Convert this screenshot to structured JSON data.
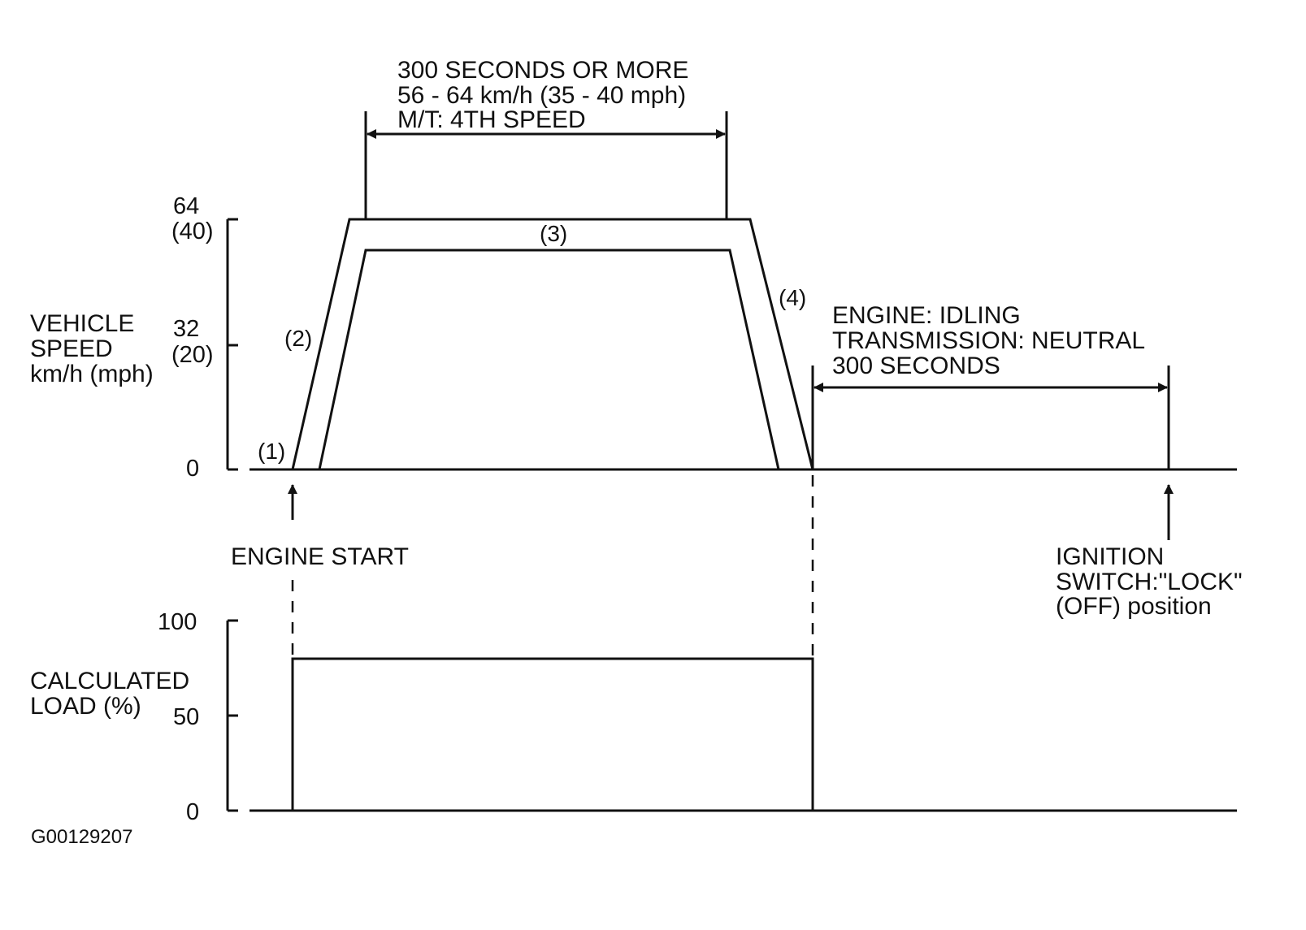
{
  "speed_chart": {
    "ylabel": [
      "VEHICLE",
      "SPEED",
      "km/h (mph)"
    ],
    "ticks": {
      "t64": [
        "64",
        "(40)"
      ],
      "t32": [
        "32",
        "(20)"
      ],
      "t0": "0"
    },
    "segments": [
      "(1)",
      "(2)",
      "(3)",
      "(4)"
    ],
    "cruise_note": [
      "300 SECONDS OR MORE",
      "56 - 64 km/h (35 - 40 mph)",
      "M/T: 4TH SPEED"
    ],
    "idle_note": [
      "ENGINE: IDLING",
      "TRANSMISSION: NEUTRAL",
      "300 SECONDS"
    ],
    "engine_start": "ENGINE START",
    "ignition_off": [
      "IGNITION",
      "SWITCH:\"LOCK\"",
      "(OFF) position"
    ]
  },
  "load_chart": {
    "ylabel": [
      "CALCULATED",
      "LOAD (%)"
    ],
    "ticks": [
      "100",
      "50",
      "0"
    ]
  },
  "figure_id": "G00129207"
}
